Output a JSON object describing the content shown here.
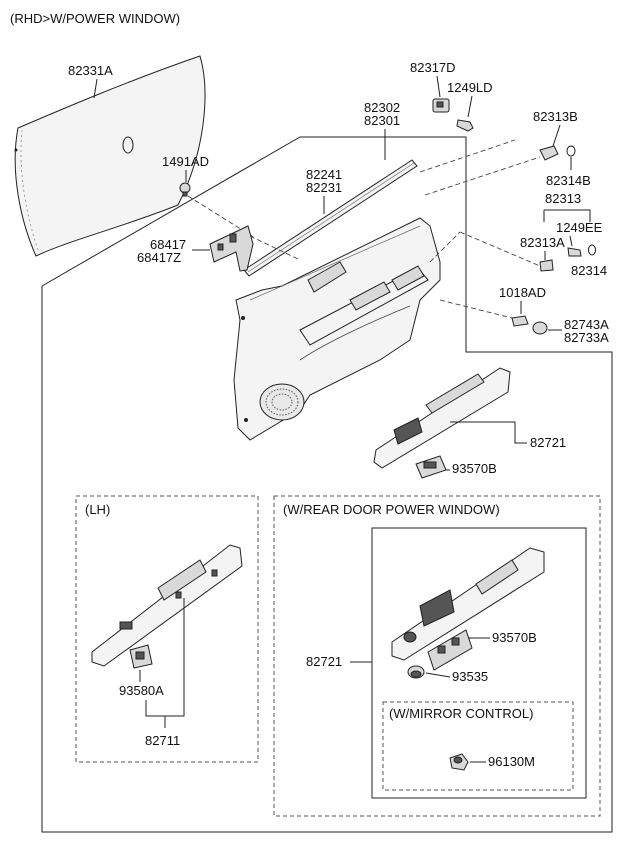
{
  "diagram": {
    "header": "(RHD>W/POWER WINDOW)",
    "labels": {
      "p82331A": "82331A",
      "p82317D": "82317D",
      "p1249LD": "1249LD",
      "p82302": "82302",
      "p82301": "82301",
      "p82313B": "82313B",
      "p1491AD": "1491AD",
      "p82314B": "82314B",
      "p82241": "82241",
      "p82231": "82231",
      "p82313": "82313",
      "p1249EE": "1249EE",
      "p68417": "68417",
      "p68417Z": "68417Z",
      "p82313A": "82313A",
      "p82314": "82314",
      "p1018AD": "1018AD",
      "p82743A": "82743A",
      "p82733A": "82733A",
      "p82721_main": "82721",
      "p93570B_main": "93570B",
      "p93580A": "93580A",
      "p82711": "82711",
      "p82721_rear": "82721",
      "p93570B_rear": "93570B",
      "p93535": "93535",
      "p96130M": "96130M"
    },
    "sections": {
      "lh": "(LH)",
      "rear": "(W/REAR DOOR POWER WINDOW)",
      "mirror": "(W/MIRROR CONTROL)"
    },
    "icons": [
      "door-trim-panel-icon",
      "armrest-icon",
      "window-switch-icon",
      "clip-icon",
      "screw-icon",
      "bracket-icon"
    ]
  }
}
